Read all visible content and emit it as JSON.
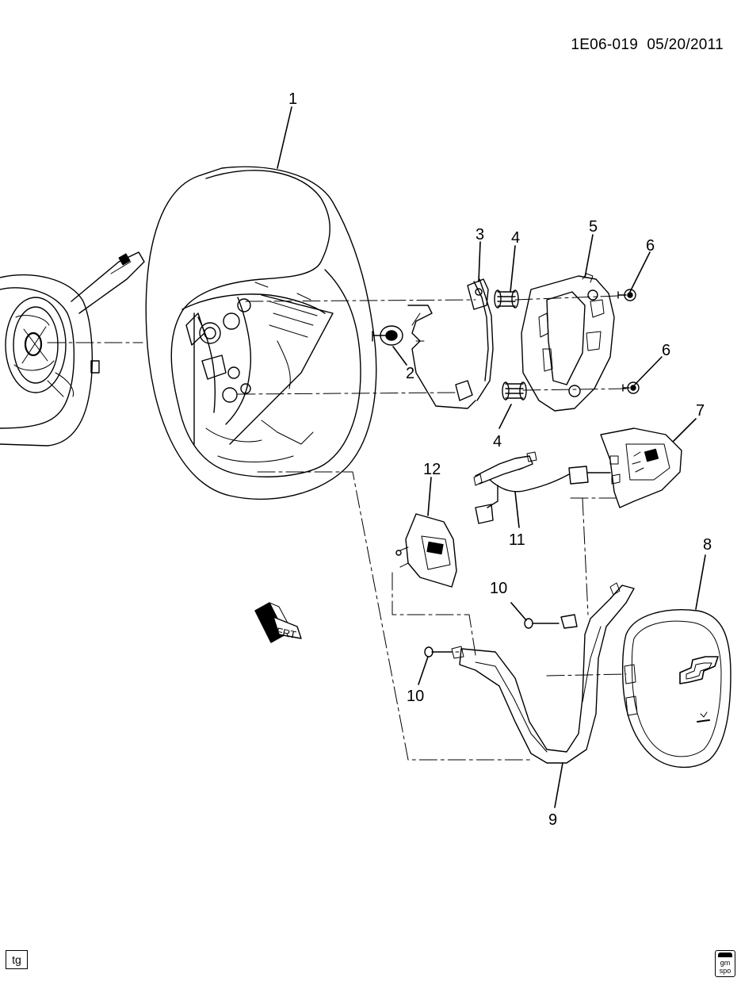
{
  "header": {
    "doc_id": "1E06-019",
    "date": "05/20/2011"
  },
  "callouts": [
    {
      "key": "c1",
      "label": "1"
    },
    {
      "key": "c2",
      "label": "2"
    },
    {
      "key": "c3",
      "label": "3"
    },
    {
      "key": "c4a",
      "label": "4"
    },
    {
      "key": "c4b",
      "label": "4"
    },
    {
      "key": "c5",
      "label": "5"
    },
    {
      "key": "c6a",
      "label": "6"
    },
    {
      "key": "c6b",
      "label": "6"
    },
    {
      "key": "c7",
      "label": "7"
    },
    {
      "key": "c8",
      "label": "8"
    },
    {
      "key": "c9",
      "label": "9"
    },
    {
      "key": "c10a",
      "label": "10"
    },
    {
      "key": "c10b",
      "label": "10"
    },
    {
      "key": "c11",
      "label": "11"
    },
    {
      "key": "c12",
      "label": "12"
    }
  ],
  "frt_label": "FRT",
  "footer": {
    "badge": "tg",
    "logo_line1": "gm",
    "logo_line2": "spo"
  }
}
